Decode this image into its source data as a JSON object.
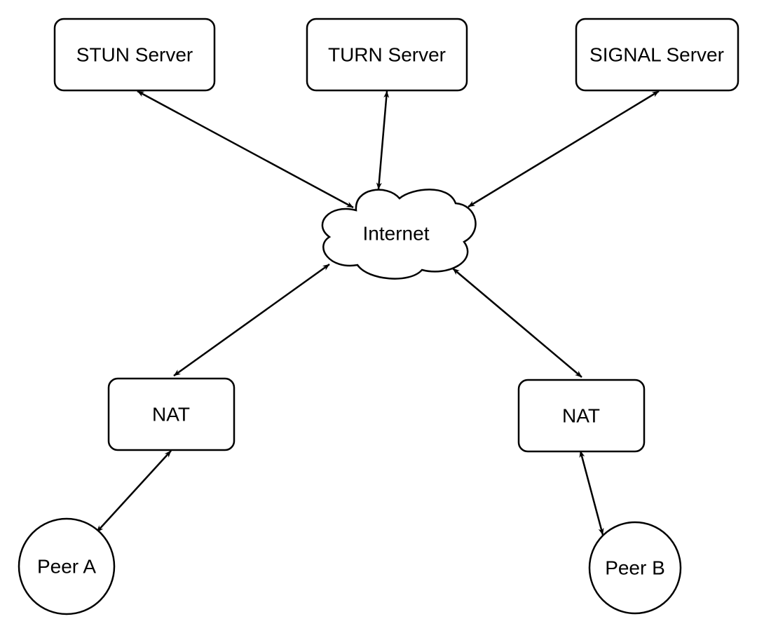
{
  "diagram": {
    "nodes": {
      "stun": {
        "label": "STUN Server"
      },
      "turn": {
        "label": "TURN Server"
      },
      "signal": {
        "label": "SIGNAL Server"
      },
      "internet": {
        "label": "Internet"
      },
      "nat_left": {
        "label": "NAT"
      },
      "nat_right": {
        "label": "NAT"
      },
      "peer_a": {
        "label": "Peer A"
      },
      "peer_b": {
        "label": "Peer B"
      }
    },
    "edges": [
      {
        "from": "stun",
        "to": "internet",
        "direction": "bidirectional"
      },
      {
        "from": "turn",
        "to": "internet",
        "direction": "bidirectional"
      },
      {
        "from": "signal",
        "to": "internet",
        "direction": "bidirectional"
      },
      {
        "from": "nat_left",
        "to": "internet",
        "direction": "bidirectional"
      },
      {
        "from": "nat_right",
        "to": "internet",
        "direction": "bidirectional"
      },
      {
        "from": "peer_a",
        "to": "nat_left",
        "direction": "bidirectional"
      },
      {
        "from": "peer_b",
        "to": "nat_right",
        "direction": "bidirectional"
      }
    ],
    "colors": {
      "stroke": "#000000",
      "fill": "#ffffff",
      "text": "#000000"
    }
  }
}
